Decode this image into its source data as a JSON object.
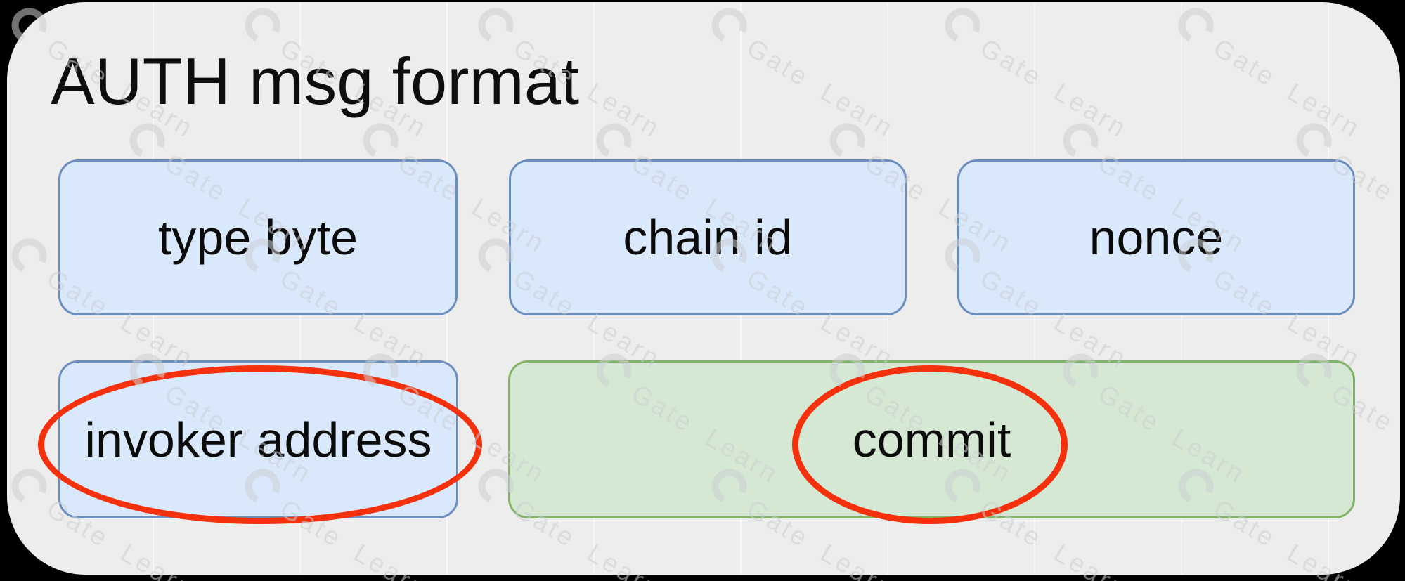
{
  "title": "AUTH msg format",
  "watermark": {
    "text": "Gate Learn",
    "logo": "gate-logo"
  },
  "diagram": {
    "fields": [
      {
        "id": "type-byte",
        "label": "type byte",
        "variant": "blue",
        "highlighted": false
      },
      {
        "id": "chain-id",
        "label": "chain id",
        "variant": "blue",
        "highlighted": false
      },
      {
        "id": "nonce",
        "label": "nonce",
        "variant": "blue",
        "highlighted": false
      },
      {
        "id": "invoker-address",
        "label": "invoker address",
        "variant": "blue",
        "highlighted": true
      },
      {
        "id": "commit",
        "label": "commit",
        "variant": "green",
        "highlighted": true
      }
    ]
  },
  "colors": {
    "bg": "#000000",
    "panel_bg": "#ededed",
    "blue_fill": "#dae8fc",
    "blue_stroke": "#6c8ebf",
    "green_fill": "#d5e8d4",
    "green_stroke": "#82b366",
    "ellipse_stroke": "#f5300d",
    "text": "#0b0b0b"
  }
}
